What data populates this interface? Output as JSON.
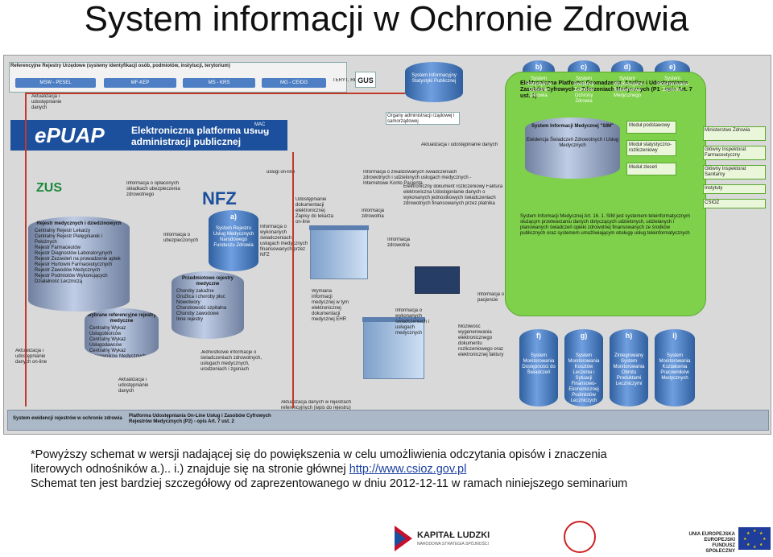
{
  "header": {
    "title": "System informacji w Ochronie Zdrowia"
  },
  "diagram": {
    "top_bar": "Referencyjne Rejestry Urzędowe (systemy identyfikacji osób, podmiotów, instytucji, terytorium)",
    "registers": [
      "MSW - PESEL",
      "MF-KEP",
      "MS - KRS",
      "MG - CEIDG",
      "TERYT, REGON"
    ],
    "gus": "GUS",
    "updates_left": "Aktualizacja i udostępnianie danych",
    "public_system": "System Informacyjny Statystyki Publicznej",
    "gov_admin": "Organy administracji rządowej i samorządowej",
    "updates_mid": "Aktualizacja i udostępnianie danych",
    "epuap_logo": "ePUAP",
    "epuap_sub": "Elektroniczna platforma usług administracji publicznej",
    "mac": "MAC",
    "zus": "ZUS",
    "nfz": "NFZ",
    "online_services": "usługi on-line",
    "contributions": "Informacja o opłaconych składkach ubezpieczenia zdrowotnego",
    "services_info": "Informacja o zrealizowanych świadczeniach zdrowotnych i udzielonych usługach medycznych - Internetowe Konto Pacjenta",
    "docs_access": "Udostępnianie dokumentacji elektronicznej Zapisy do lekarza on-line",
    "health_info": "Informacja zdrowotna",
    "reimburse": "Elektroniczny dokument rozliczeniowy Faktura elektroniczna Udostępnianie danych o wykonanych jednostkowych świadczeniach zdrowotnych finansowanych przez płatnika",
    "insured_info": "Informacja o ubezpieczonych",
    "system_a_letter": "a)",
    "system_a": "System Rejestru Usług Medycznych Narodowego Funduszu Zdrowia",
    "performed_info": "Informacja o wykonanych świadczeniach i usługach medycznych finansowanych przez NFZ",
    "health_info2": "Informacja zdrowotna",
    "patient_info": "Informacja o pacjencie",
    "exchange": "Wymiana informacji medycznej w tym elektronicznej dokumentacji medycznej EHR",
    "performed_info2": "Informacja o wykonanych świadczeniach i usługach medycznych",
    "possibility": "Możliwość wygenerowania elektronicznego dokumentu rozliczeniowego oraz elektronicznej faktury",
    "medical_registers": "Rejestr medycznych i dziedzinowych",
    "reg_list": [
      "Centralny Rejestr Lekarzy",
      "Centralny Rejestr Pielęgniarek i Położnych",
      "Rejestr Farmaceutów",
      "Rejestr Diagnostów Laboratoryjnych",
      "Rejestr Zezwoleń na prowadzenie aptek",
      "Rejestr Hurtowni Farmaceutycznych",
      "Rejestr Zawodów Medycznych",
      "Rejestr Podmiotów Wykonujących Działalność Leczniczą"
    ],
    "subject_registers": "Przedmiotowe rejestry medyczne",
    "subject_list": [
      "Choroby zakaźne",
      "Gruźlica i choroby płuc",
      "Nowotwory",
      "Chorobowość szpitalna",
      "Choroby zawodowe",
      "Inne rejestry"
    ],
    "dict_registers": "Wybrane referencyjne rejestry medyczne",
    "dict_list": [
      "Centralny Wykaz Usługobiorców",
      "Centralny Wykaz Usługodawców",
      "Centralny Wykaz Pracowników Medycznych"
    ],
    "unit_info": "Jednostkowe informacje o świadczeniach zdrowotnych, usługach medycznych, urodzeniach i zgonach",
    "updates_bottom": "Aktualizacja i udostępnianie danych",
    "updates_left2": "Aktualizacja i udostępnianie danych on-line",
    "updates_registry": "Aktualizacja danych w rejestrach referencyjnych (wpis do rejestru)",
    "p1_title": "Elektroniczna Platforma Gromadzenia, Analizy i Udostępniania Zasobów Cyfrowych o Zdarzeniach Medycznych (P1 - opis Art. 7 ust. 1)",
    "p1_sim": "System Informacji Medycznej \"SIM\"",
    "p1_ewd": "Ewidencja Świadczeń Zdrowotnych i Usług Medycznych",
    "p1_modules": [
      "Moduł podstawowy",
      "Moduł statystyczno-rozliczeniowy",
      "Moduł zleceń"
    ],
    "p1_note": "System Informacji Medycznej Art. 16. 1. SIM jest systemem teleinformatycznym służącym przetwarzaniu danych dotyczących udzielonych, udzielanych i planowanych świadczeń opieki zdrowotnej finansowanych ze środków publicznych oraz systemem umożliwiającym obsługę usług teleinformatycznych",
    "right_list": [
      "Ministerstwo Zdrowia",
      "Główny Inspektorat Farmaceutyczny",
      "Główny Inspektorat Sanitarny",
      "Instytuty",
      "CSIOZ"
    ],
    "top_cyls": [
      {
        "letter": "b)",
        "text": "System Statystyki w Ochronie Zdrowia"
      },
      {
        "letter": "c)",
        "text": "System Ewidencji Zasobów Ochrony Zdrowia"
      },
      {
        "letter": "d)",
        "text": "System Wspomagania Ratownictwa Medycznego"
      },
      {
        "letter": "e)",
        "text": "System Monitorowania Zagrożeń"
      }
    ],
    "bottom_cyls": [
      {
        "letter": "f)",
        "text": "System Monitorowania Dostępności do Świadczeń"
      },
      {
        "letter": "g)",
        "text": "System Monitorowania Kosztów Leczenia i Sytuacji Finansowo-Ekonomicznej Podmiotów Leczniczych"
      },
      {
        "letter": "h)",
        "text": "Zintegrowany System Monitorowania Obrotu Produktami Leczniczymi"
      },
      {
        "letter": "i)",
        "text": "System Monitorowania Kształcenia Pracowników Medycznych"
      }
    ],
    "footer_left": "System ewidencji rejestrów w ochronie zdrowia",
    "footer_p2": "Platforma Udostępniania On-Line Usług i Zasobów Cyfrowych Rejestrów Medycznych (P2) - opis Art. 7 ust. 2"
  },
  "text": {
    "line1": "*Powyższy schemat w wersji nadającej się do powiększenia w celu umożliwienia odczytania opisów i znaczenia",
    "line2_prefix": "literowych odnośników a.).. i.) znajduje się na stronie głównej ",
    "line2_link": "http://www.csioz.gov.pl",
    "line3": "Schemat ten jest bardziej szczegółowy od zaprezentowanego w dniu 2012-12-11 w ramach niniejszego seminarium"
  },
  "logos": {
    "kapital": "KAPITAŁ LUDZKI",
    "kapital_sub": "NARODOWA STRATEGIA SPÓJNOŚCI",
    "ue_lines": [
      "UNIA EUROPEJSKA",
      "EUROPEJSKI",
      "FUNDUSZ SPOŁECZNY"
    ]
  }
}
